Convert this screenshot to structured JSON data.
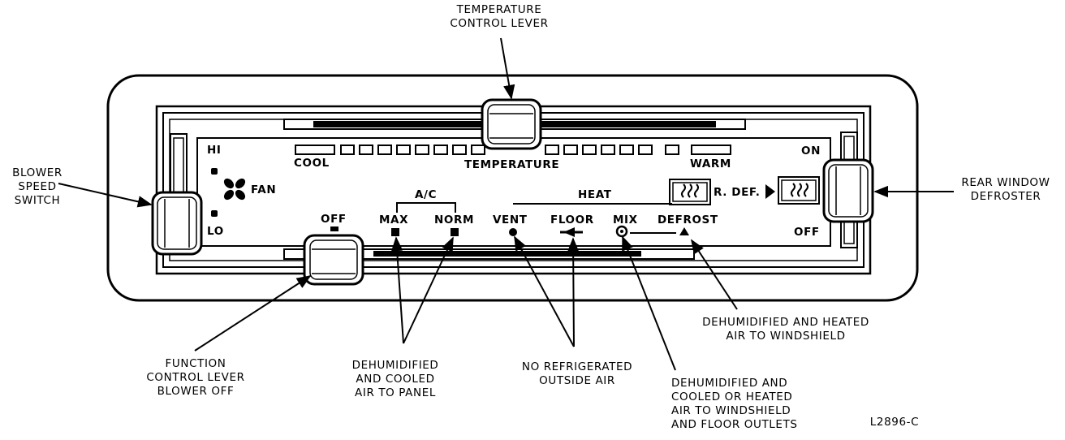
{
  "callouts": {
    "temperature_lever": [
      "TEMPERATURE",
      "CONTROL LEVER"
    ],
    "blower_switch": [
      "BLOWER",
      "SPEED",
      "SWITCH"
    ],
    "rear_defroster": [
      "REAR WINDOW",
      "DEFROSTER"
    ],
    "function_lever": [
      "FUNCTION",
      "CONTROL LEVER",
      "BLOWER OFF"
    ],
    "ac_dehumidified": [
      "DEHUMIDIFIED",
      "AND COOLED",
      "AIR TO PANEL"
    ],
    "no_refrigerated": [
      "NO REFRIGERATED",
      "OUTSIDE AIR"
    ],
    "mix_dehumidified": [
      "DEHUMIDIFIED AND",
      "COOLED OR HEATED",
      "AIR TO WINDSHIELD",
      "AND FLOOR OUTLETS"
    ],
    "defrost_dehumidified": [
      "DEHUMIDIFIED AND HEATED",
      "AIR TO WINDSHIELD"
    ]
  },
  "panel": {
    "hi": "HI",
    "lo": "LO",
    "fan": "FAN",
    "cool": "COOL",
    "temperature": "TEMPERATURE",
    "warm": "WARM",
    "on": "ON",
    "off_right": "OFF",
    "ac": "A/C",
    "heat": "HEAT",
    "off": "OFF",
    "max": "MAX",
    "norm": "NORM",
    "vent": "VENT",
    "floor": "FLOOR",
    "mix": "MIX",
    "defrost": "DEFROST",
    "rear_def": "R. DEF."
  },
  "figure_id": "L2896-C",
  "icons": [
    "fan-icon",
    "defrost-wavy-icon",
    "arrow-right-icon"
  ]
}
